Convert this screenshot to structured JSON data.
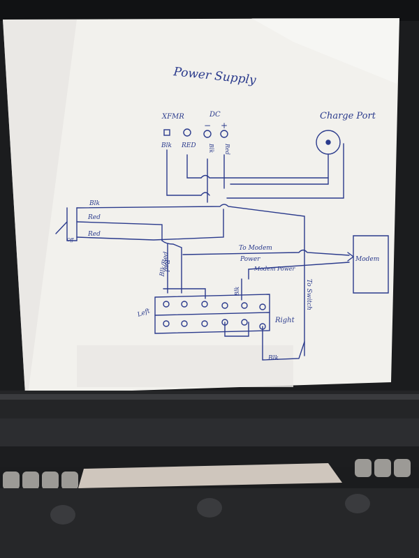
{
  "title": "Power Supply",
  "xfmr": {
    "label": "XFMR",
    "blk": "Blk",
    "red": "RED"
  },
  "dc": {
    "label": "DC",
    "minus": "−",
    "plus": "+",
    "blk": "Blk",
    "red": "Red"
  },
  "charge_port": {
    "label": "Charge Port"
  },
  "switch": {
    "off": "Off"
  },
  "wires": {
    "blk": "Blk",
    "red1": "Red",
    "red2": "Red",
    "to_modem_power_1": "To Modem",
    "to_modem_power_2": "Power",
    "modem_power": "Modem Power",
    "to_switch": "To Switch",
    "red_vertical": "Red",
    "blk_red_vertical": "Blk/Red",
    "blk_vertical": "Blk",
    "blk_bottom": "Blk"
  },
  "modem": {
    "label": "Modem"
  },
  "terminal_block": {
    "left": "Left",
    "right": "Right"
  },
  "colors": {
    "ink": "#2a3a8c",
    "paper": "#f2f1ed",
    "background": "#1b1c1e"
  }
}
